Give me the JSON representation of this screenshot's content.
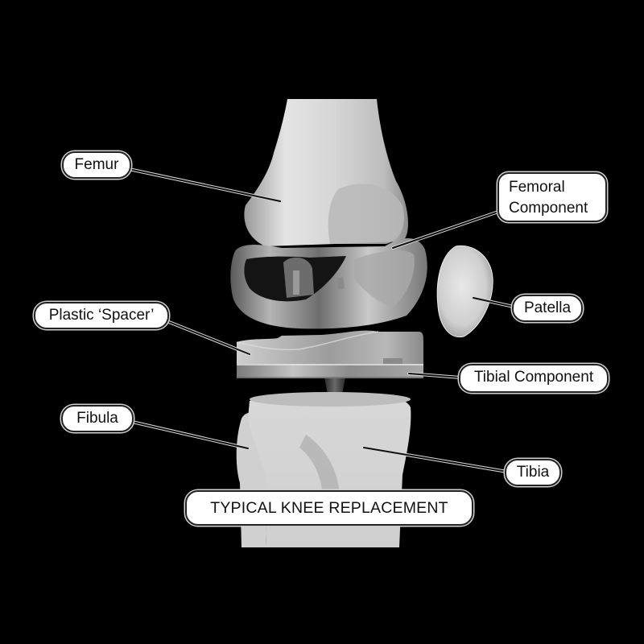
{
  "diagram": {
    "title": "TYPICAL KNEE REPLACEMENT",
    "background": "#000000",
    "labels": {
      "femur": "Femur",
      "femoral_component": {
        "line1": "Femoral",
        "line2": "Component"
      },
      "patella": "Patella",
      "plastic_spacer": "Plastic ‘Spacer’",
      "tibial_component": "Tibial Component",
      "fibula": "Fibula",
      "tibia": "Tibia"
    },
    "parts": [
      "femur-bone",
      "femoral-component-implant",
      "patella-bone",
      "plastic-spacer-insert",
      "tibial-component-tray",
      "tibia-bone",
      "fibula-bone"
    ]
  }
}
